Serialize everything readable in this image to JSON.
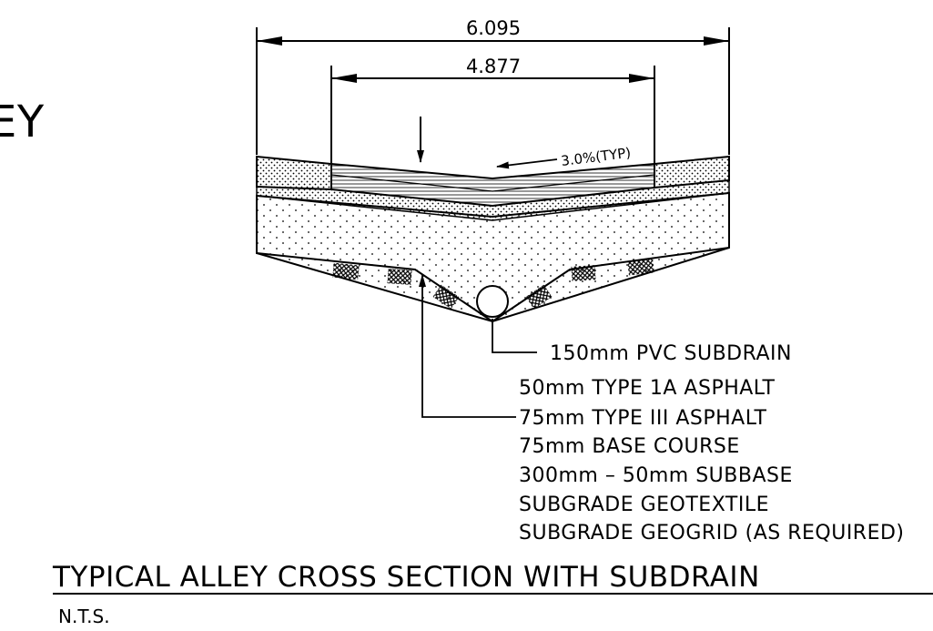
{
  "partial_title": "EY",
  "dimensions": {
    "overall_width": "6.095",
    "paved_width": "4.877",
    "slope": "3.0%(TYP)"
  },
  "labels": [
    "150mm  PVC  SUBDRAIN",
    "50mm  TYPE  1A  ASPHALT",
    "75mm  TYPE  III  ASPHALT",
    "75mm  BASE  COURSE",
    "300mm  –  50mm  SUBBASE",
    "SUBGRADE  GEOTEXTILE",
    "SUBGRADE  GEOGRID  (AS  REQUIRED)"
  ],
  "title": "TYPICAL  ALLEY  CROSS  SECTION  WITH  SUBDRAIN",
  "scale_note": "N.T.S."
}
